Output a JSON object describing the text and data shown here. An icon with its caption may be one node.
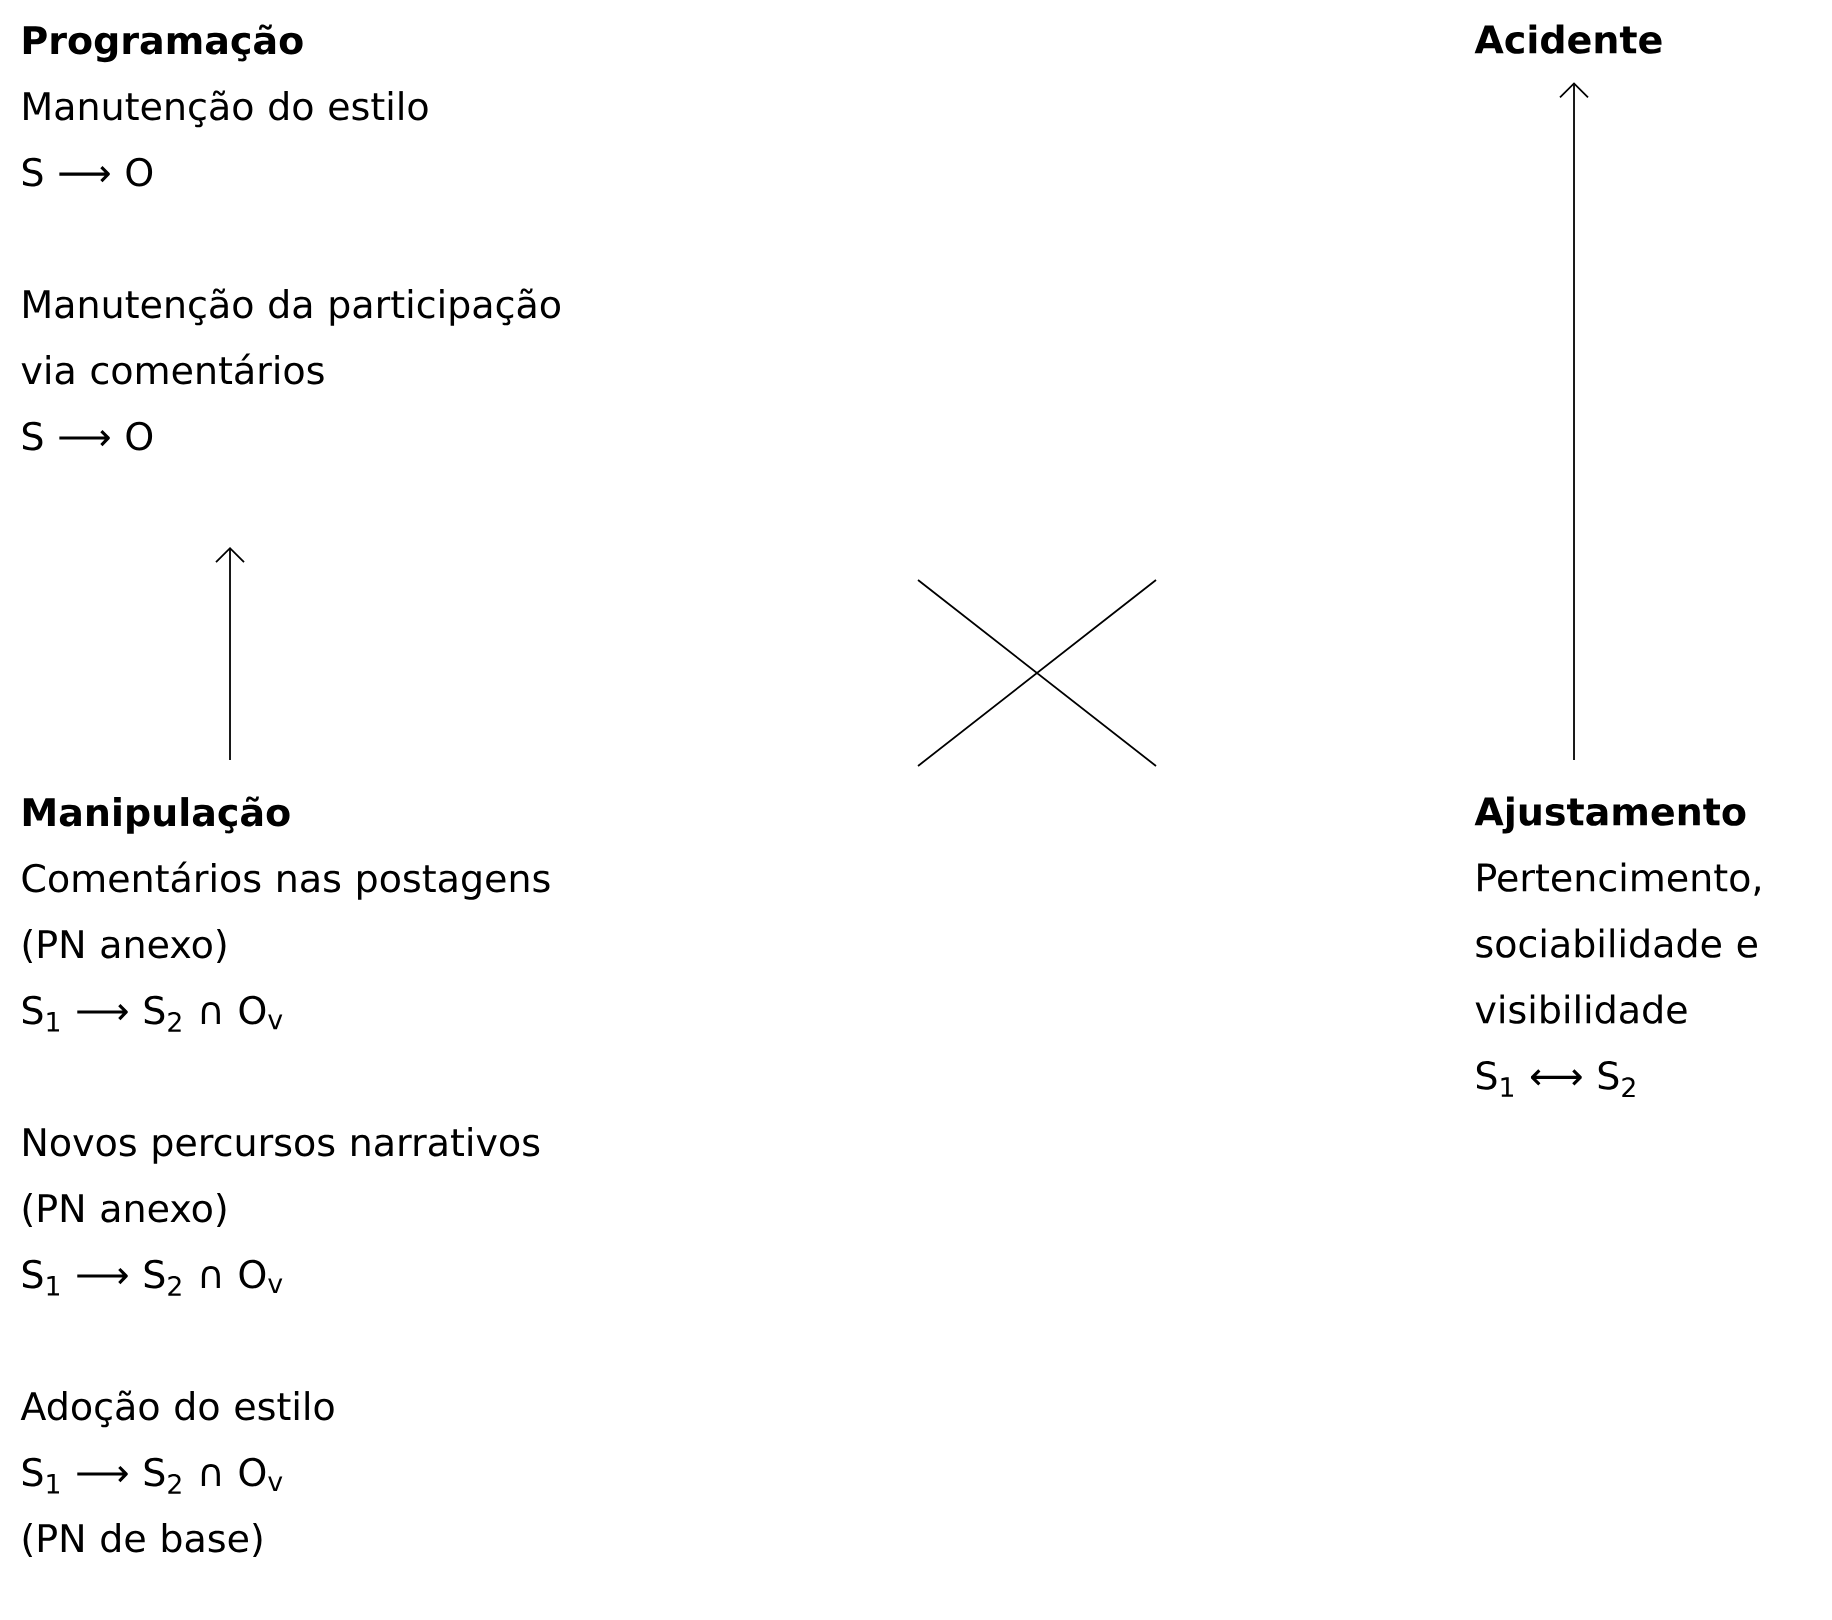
{
  "diagram": {
    "nodes": [
      {
        "text": [
          "Programação",
          "Manutenção do estilo",
          "S ⟶ O",
          "Manutenção da participação via comentários",
          "S ⟶ O"
        ]
      },
      {
        "text": [
          "Acidente"
        ]
      },
      {
        "text": [
          "Manipulação",
          "Comentários nas postagens",
          "(PN anexo)",
          "S$_{1}$ ⟶ S$_{2}$ ∩ O$_{v}$",
          "Novos percursos narrativos",
          "(PN anexo)",
          "S$_{1}$ ⟶ S$_{2}$ ∩ O$_{v}$",
          "Adoção do estilo",
          "S$_{1}$ ⟶ S$_{2}$ ∩ O$_{v}$",
          "(PN de base)"
        ]
      },
      {
        "text": [
          "Ajustamento",
          "Pertencimento, sociabilidade e visibilidade",
          "S$_{1}$ ⟷ S$_{2}$"
        ]
      }
    ],
    "edges": [
      {
        "from": 2,
        "to": 0,
        "arrow": "to"
      },
      {
        "from": 3,
        "to": 1,
        "arrow": "to"
      }
    ]
  }
}
